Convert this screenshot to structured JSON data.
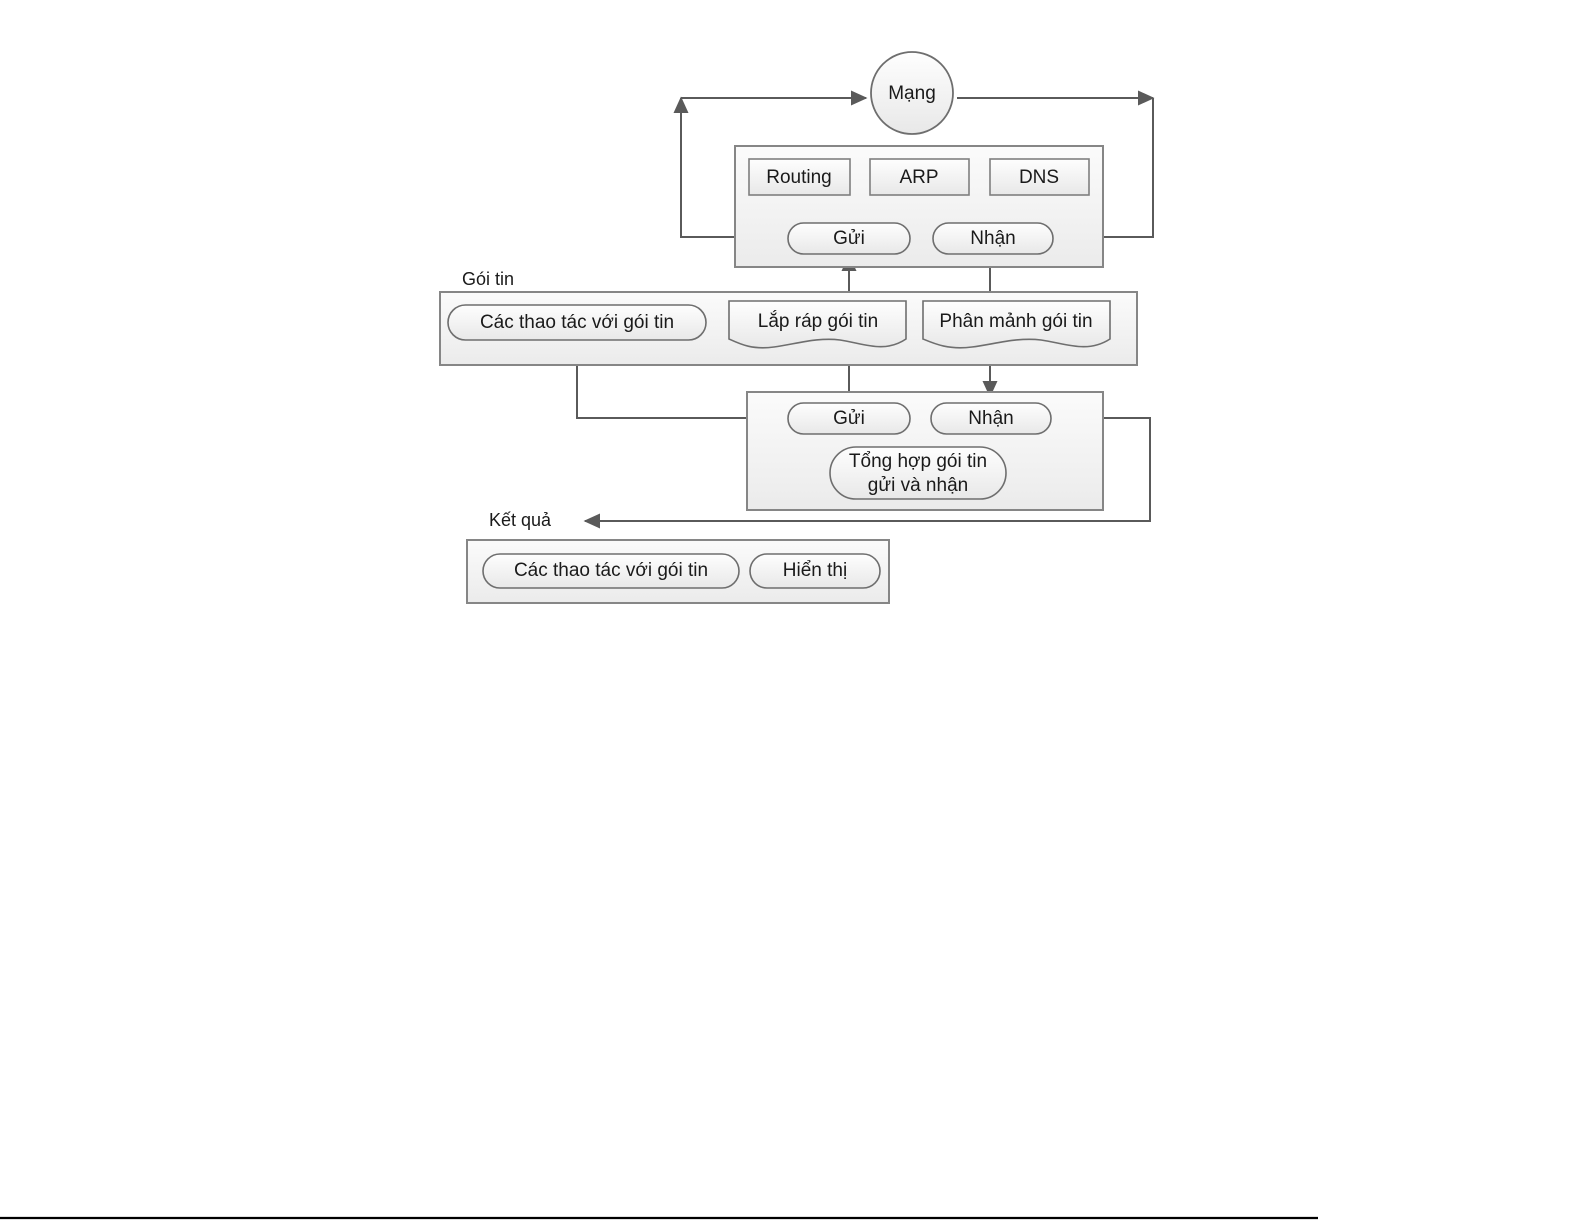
{
  "diagram": {
    "title_label": "",
    "colors": {
      "shape_fill_light": "#fcfcfc",
      "shape_fill_dark": "#eaeaea",
      "container_fill_light": "#fbfbfb",
      "container_fill_dark": "#ededed",
      "shape_stroke": "#6e6e6e",
      "container_stroke": "#868686",
      "connector_stroke": "#5a5a5a",
      "text": "#1a1a1a"
    },
    "nodes": {
      "network_circle": "Mạng",
      "network_group": {
        "services": [
          "Routing",
          "ARP",
          "DNS"
        ],
        "send": "Gửi",
        "receive": "Nhận"
      },
      "packet_group": {
        "label": "Gói tin",
        "operations": "Các thao tác với gói tin",
        "assemble": "Lắp ráp gói tin",
        "fragment": "Phân mảnh gói tin"
      },
      "aggregate_group": {
        "send": "Gửi",
        "receive": "Nhận",
        "summary_line1": "Tổng hợp gói tin",
        "summary_line2": "gửi và nhận"
      },
      "result_group": {
        "label": "Kết quả",
        "operations": "Các thao tác với gói tin",
        "display": "Hiển thị"
      }
    },
    "connectors": [
      {
        "name": "send-to-network",
        "from": "network_group.send",
        "to": "network_circle"
      },
      {
        "name": "network-to-receive",
        "from": "network_circle",
        "to": "network_group.receive"
      },
      {
        "name": "lower-send-to-upper-send",
        "from": "aggregate_group.send",
        "to": "network_group.send"
      },
      {
        "name": "upper-receive-to-lower-receive",
        "from": "network_group.receive",
        "to": "aggregate_group.receive"
      },
      {
        "name": "packet-ops-to-lower-send",
        "from": "packet_group.operations",
        "to": "aggregate_group.send"
      },
      {
        "name": "lower-receive-to-result",
        "from": "aggregate_group.receive",
        "to": "result_group.label"
      }
    ]
  }
}
